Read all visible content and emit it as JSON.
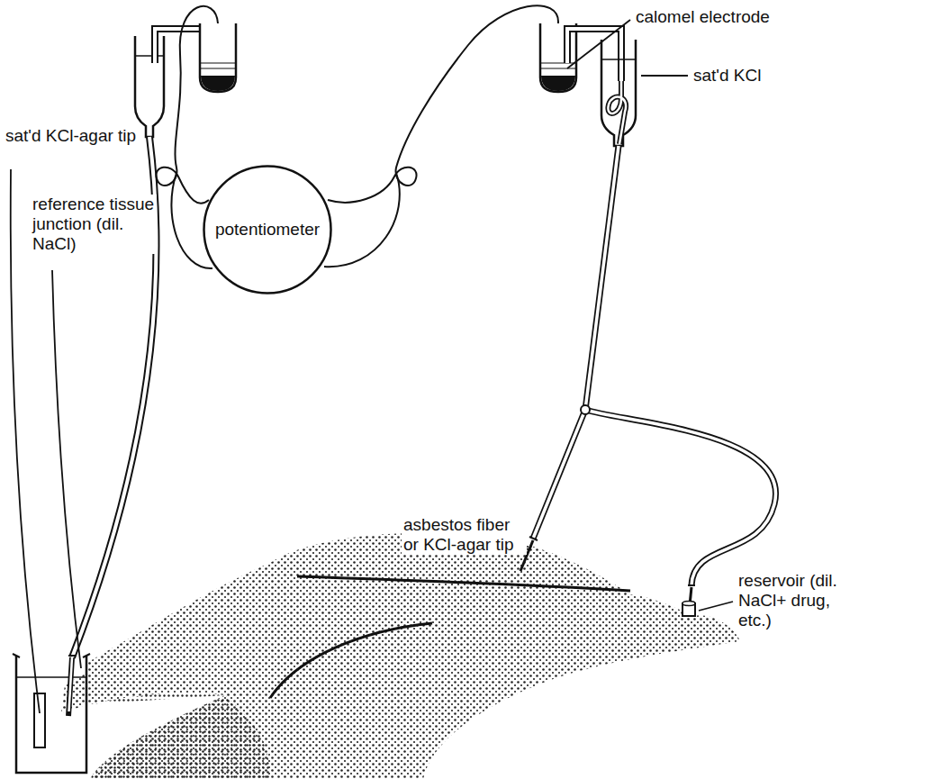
{
  "diagram": {
    "nodes": [
      {
        "text": [
          "potentiometer"
        ]
      }
    ],
    "labels": [
      "calomel electrode",
      "sat'd KCl",
      "sat'd KCl-agar tip",
      "reference tissue junction (dil. NaCl)",
      "asbestos fiber or KCl-agar tip",
      "reservoir (dil. NaCl+ drug, etc.)"
    ]
  }
}
